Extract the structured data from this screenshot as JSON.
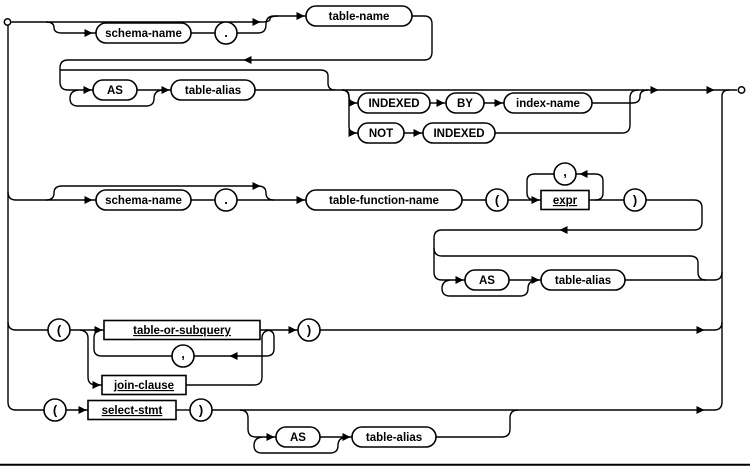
{
  "page": {
    "background": "#ffffff",
    "line_color": "#000000",
    "link_color": "#0000cc"
  },
  "diagram": {
    "name": "table-or-subquery",
    "terminals": {
      "as": "AS",
      "indexed": "INDEXED",
      "by": "BY",
      "not": "NOT",
      "dot": ".",
      "comma": ",",
      "lparen": "(",
      "rparen": ")"
    },
    "identifiers": {
      "schema_name": "schema-name",
      "table_name": "table-name",
      "table_alias": "table-alias",
      "index_name": "index-name",
      "table_function_name": "table-function-name"
    },
    "links": {
      "expr": "expr",
      "table_or_subquery": "table-or-subquery",
      "join_clause": "join-clause",
      "select_stmt": "select-stmt"
    }
  }
}
